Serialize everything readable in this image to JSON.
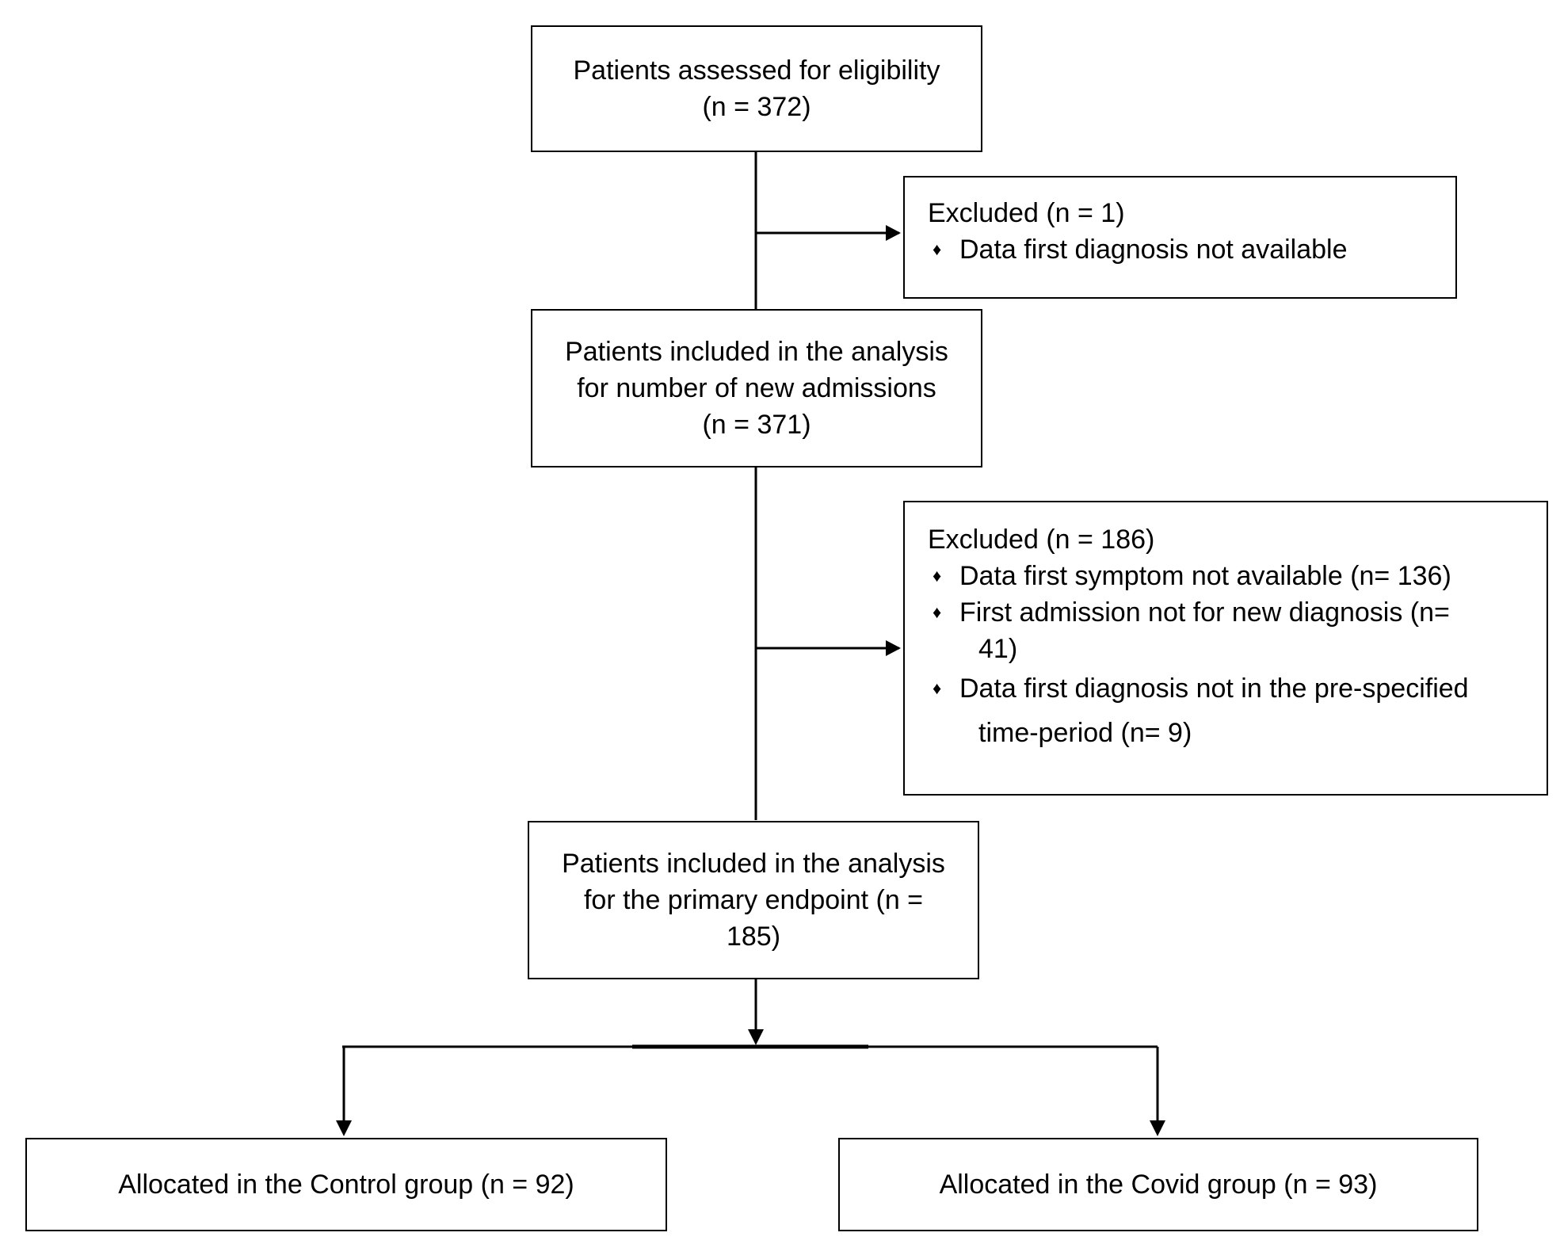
{
  "box_assessed": {
    "line1": "Patients assessed for eligibility",
    "line2": "(n = 372)"
  },
  "box_excluded_1": {
    "heading": "Excluded (n = 1)",
    "item1": "Data first diagnosis not available"
  },
  "box_included_admissions": {
    "line1": "Patients included in the analysis",
    "line2": "for number of new admissions",
    "line3": "(n = 371)"
  },
  "box_excluded_2": {
    "heading": "Excluded (n = 186)",
    "item1": "Data first symptom not available (n= 136)",
    "item2_line1": "First admission not for new diagnosis (n=",
    "item2_line2": "41)",
    "item3_line1": "Data first diagnosis not in the pre-specified",
    "item3_line2": "time-period (n= 9)"
  },
  "box_included_primary": {
    "line1": "Patients included in the analysis",
    "line2": "for the primary endpoint (n =",
    "line3": "185)"
  },
  "box_control": {
    "line1": "Allocated in the Control group (n = 92)"
  },
  "box_covid": {
    "line1": "Allocated in the Covid group (n = 93)"
  },
  "bullet_glyph": "♦"
}
